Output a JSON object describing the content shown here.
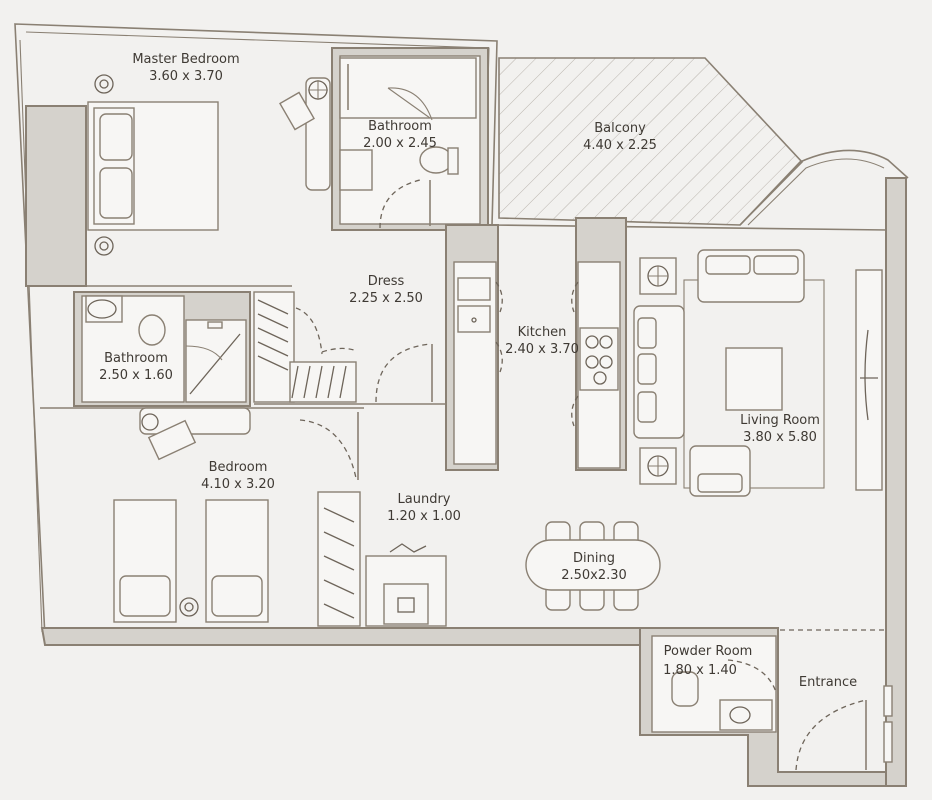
{
  "rooms": {
    "master_bedroom": {
      "name": "Master Bedroom",
      "size": "3.60 x 3.70"
    },
    "bathroom_master": {
      "name": "Bathroom",
      "size": "2.00 x 2.45"
    },
    "balcony": {
      "name": "Balcony",
      "size": "4.40 x 2.25"
    },
    "dress": {
      "name": "Dress",
      "size": "2.25 x 2.50"
    },
    "kitchen": {
      "name": "Kitchen",
      "size": "2.40 x 3.70"
    },
    "bathroom_second": {
      "name": "Bathroom",
      "size": "2.50 x 1.60"
    },
    "living_room": {
      "name": "Living Room",
      "size": "3.80 x 5.80"
    },
    "bedroom": {
      "name": "Bedroom",
      "size": "4.10 x 3.20"
    },
    "laundry": {
      "name": "Laundry",
      "size": "1.20 x 1.00"
    },
    "dining": {
      "name": "Dining",
      "size": "2.50x2.30"
    },
    "powder_room": {
      "name": "Powder Room",
      "size": "1.80 x 1.40"
    },
    "entrance": {
      "name": "Entrance"
    }
  },
  "colors": {
    "background": "#f2f1ef",
    "wall_fill": "#d5d2cc",
    "line": "#8a8073",
    "furniture_fill": "#f7f6f4",
    "text": "#3f3a34"
  },
  "icons": [
    "bed-icon",
    "sofa-icon",
    "toilet-icon",
    "sink-icon",
    "bathtub-icon",
    "shower-icon",
    "stove-icon",
    "washer-icon",
    "lamp-icon",
    "armchair-icon",
    "wardrobe-icon"
  ]
}
